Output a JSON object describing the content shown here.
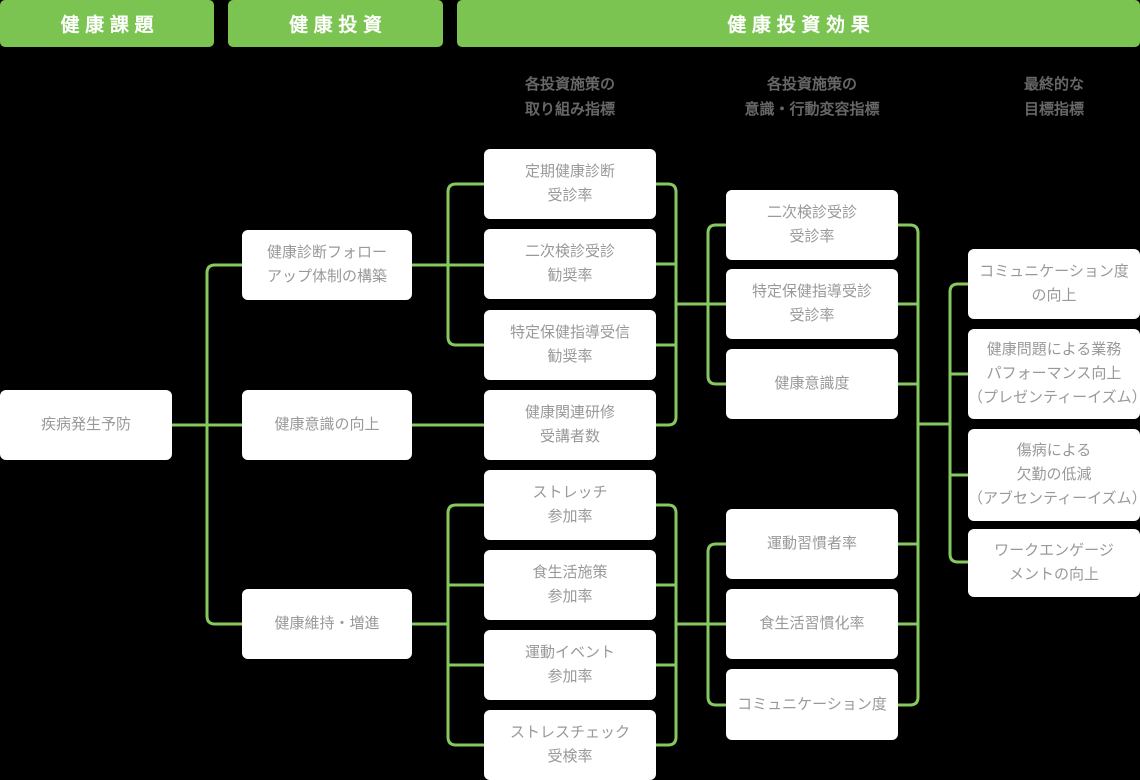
{
  "headers": [
    {
      "label": "健康課題"
    },
    {
      "label": "健康投資"
    },
    {
      "label": "健康投資効果"
    }
  ],
  "column_headers": [
    {
      "label": "各投資施策の\n取り組み指標"
    },
    {
      "label": "各投資施策の\n意識・行動変容指標"
    },
    {
      "label": "最終的な\n目標指標"
    }
  ],
  "nodes": {
    "issue": [
      {
        "label": "疾病発生予防"
      }
    ],
    "investment": [
      {
        "label": "健康診断フォロー\nアップ体制の構築"
      },
      {
        "label": "健康意識の向上"
      },
      {
        "label": "健康維持・増進"
      }
    ],
    "initiative_metrics": [
      {
        "label": "定期健康診断\n受診率"
      },
      {
        "label": "二次検診受診\n勧奨率"
      },
      {
        "label": "特定保健指導受信\n勧奨率"
      },
      {
        "label": "健康関連研修\n受講者数"
      },
      {
        "label": "ストレッチ\n参加率"
      },
      {
        "label": "食生活施策\n参加率"
      },
      {
        "label": "運動イベント\n参加率"
      },
      {
        "label": "ストレスチェック\n受検率"
      }
    ],
    "behavior_metrics": [
      {
        "label": "二次検診受診\n受診率"
      },
      {
        "label": "特定保健指導受診\n受診率"
      },
      {
        "label": "健康意識度"
      },
      {
        "label": "運動習慣者率"
      },
      {
        "label": "食生活習慣化率"
      },
      {
        "label": "コミュニケーション度"
      }
    ],
    "goal_metrics": [
      {
        "label": "コミュニケーション度\nの向上"
      },
      {
        "label": "健康問題による業務\nパフォーマンス向上\n（プレゼンティーイズム）"
      },
      {
        "label": "傷病による\n欠勤の低減\n（アブセンティーイズム）"
      },
      {
        "label": "ワークエンゲージ\nメントの向上"
      }
    ]
  },
  "colors": {
    "header_green": "#7CC452",
    "line_green": "#85C95F",
    "box_bg": "#ffffff",
    "box_text": "#999999",
    "column_header_text": "#666666",
    "header_text": "#ffffff",
    "background": "#000000"
  }
}
